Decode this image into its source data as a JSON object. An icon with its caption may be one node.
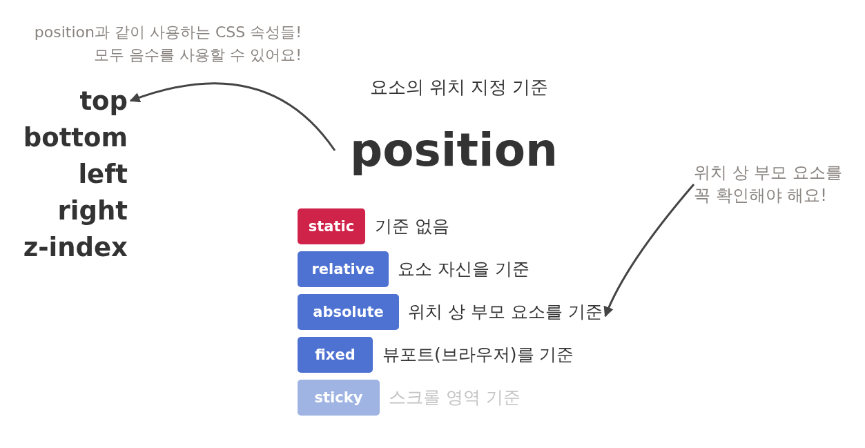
{
  "diagram": {
    "nodes": [
      {
        "text": [
          "position과 같이 사용하는 CSS 속성들! 모두 음수를 사용할 수 있어요!"
        ]
      },
      {
        "text": [
          "top",
          "bottom",
          "left",
          "right",
          "z-index"
        ]
      },
      {
        "text": [
          "position"
        ]
      },
      {
        "text": [
          "위치 상 부모 요소를 꼭 확인해야 해요!"
        ]
      },
      {
        "text": [
          "static"
        ]
      },
      {
        "text": [
          "기준 없음"
        ]
      },
      {
        "text": [
          "relative"
        ]
      },
      {
        "text": [
          "요소 자신을 기준"
        ]
      },
      {
        "text": [
          "absolute"
        ]
      },
      {
        "text": [
          "위치 상 부모 요소를 기준"
        ]
      },
      {
        "text": [
          "fixed"
        ]
      },
      {
        "text": [
          "뷰포트(브라우저)를 기준"
        ]
      },
      {
        "text": [
          "sticky"
        ]
      },
      {
        "text": [
          "스크롤 영역 기준"
        ]
      }
    ],
    "edges": [
      {
        "from": 2,
        "to": 1,
        "arrow": "to"
      },
      {
        "from": 3,
        "to": 9,
        "arrow": "to"
      }
    ],
    "labels": [
      "요소의 위치 지정 기준"
    ]
  }
}
